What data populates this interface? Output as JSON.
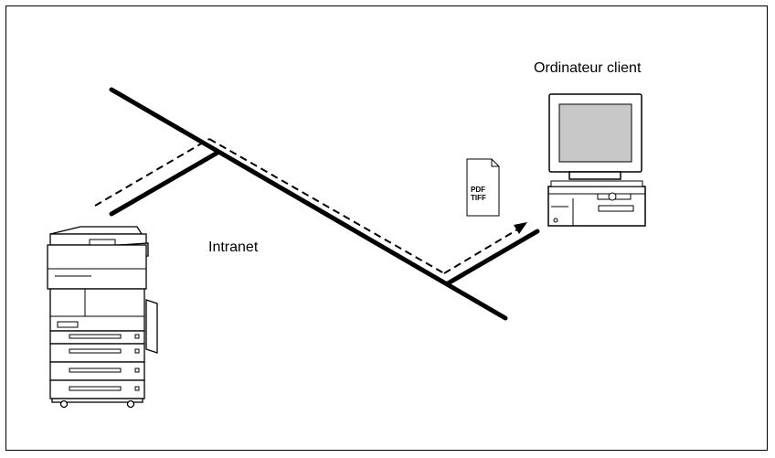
{
  "labels": {
    "client_computer": "Ordinateur client",
    "network": "Intranet",
    "document_format_1": "PDF",
    "document_format_2": "TIFF"
  },
  "icons": {
    "device": "multifunction-printer-icon",
    "computer": "desktop-computer-icon",
    "document": "document-icon",
    "arrow": "arrow-head-icon"
  },
  "colors": {
    "line": "#000000",
    "screen": "#c8c8c8",
    "background": "#ffffff"
  }
}
